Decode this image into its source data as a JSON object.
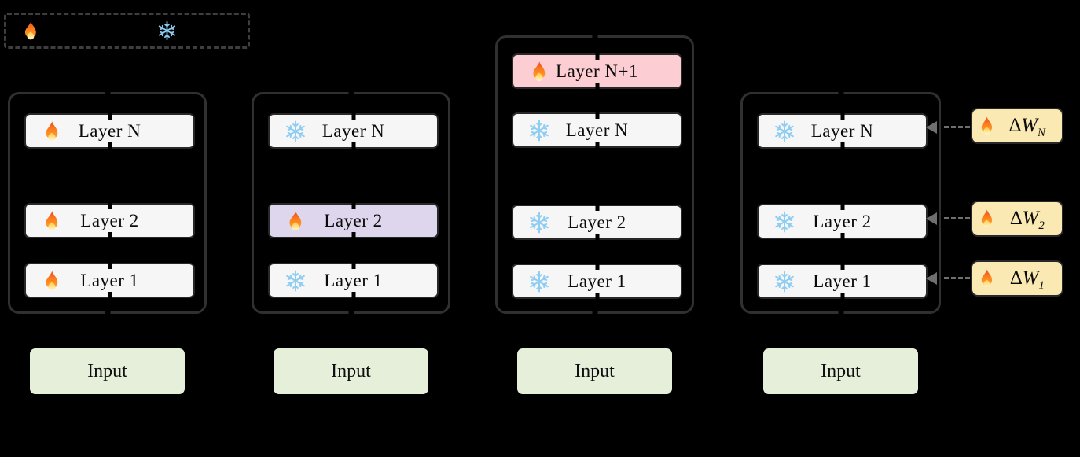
{
  "figure": {
    "background": "#000000",
    "legend": {
      "icons": [
        "fire",
        "snowflake"
      ]
    }
  },
  "columns": [
    {
      "layers": [
        {
          "icon": "fire",
          "label": "Layer N",
          "highlight": "none"
        },
        {
          "icon": "fire",
          "label": "Layer 2",
          "highlight": "none"
        },
        {
          "icon": "fire",
          "label": "Layer 1",
          "highlight": "none"
        }
      ],
      "input_label": "Input"
    },
    {
      "layers": [
        {
          "icon": "snowflake",
          "label": "Layer N",
          "highlight": "none"
        },
        {
          "icon": "fire",
          "label": "Layer 2",
          "highlight": "purple"
        },
        {
          "icon": "snowflake",
          "label": "Layer 1",
          "highlight": "none"
        }
      ],
      "input_label": "Input"
    },
    {
      "layers": [
        {
          "icon": "fire",
          "label": "Layer N+1",
          "highlight": "pink"
        },
        {
          "icon": "snowflake",
          "label": "Layer N",
          "highlight": "none"
        },
        {
          "icon": "snowflake",
          "label": "Layer 2",
          "highlight": "none"
        },
        {
          "icon": "snowflake",
          "label": "Layer 1",
          "highlight": "none"
        }
      ],
      "input_label": "Input"
    },
    {
      "layers": [
        {
          "icon": "snowflake",
          "label": "Layer N",
          "highlight": "none"
        },
        {
          "icon": "snowflake",
          "label": "Layer 2",
          "highlight": "none"
        },
        {
          "icon": "snowflake",
          "label": "Layer 1",
          "highlight": "none"
        }
      ],
      "input_label": "Input",
      "adapters": [
        {
          "icon": "fire",
          "delta": "∆",
          "symbol": "W",
          "subscript": "N"
        },
        {
          "icon": "fire",
          "delta": "∆",
          "symbol": "W",
          "subscript": "2"
        },
        {
          "icon": "fire",
          "delta": "∆",
          "symbol": "W",
          "subscript": "1"
        }
      ]
    }
  ],
  "colors": {
    "layer_box_bg": "#f6f6f6",
    "trainable_purple": "#ddd6ec",
    "trainable_pink": "#fccdd3",
    "adapter_yellow": "#fbe9b3",
    "input_green": "#e5efda",
    "box_border": "#282828",
    "container_border": "#303030",
    "arrow_gray": "#6f6f6f",
    "legend_border": "#3e3e3e"
  }
}
